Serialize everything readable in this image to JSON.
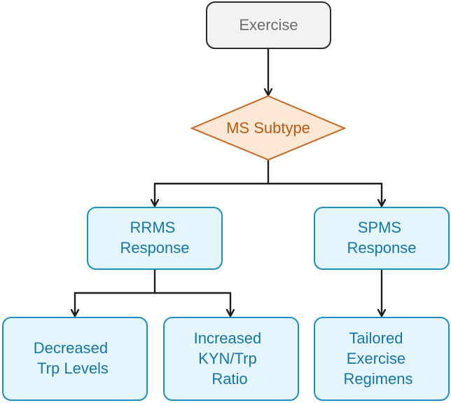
{
  "diagram": {
    "colors": {
      "start_fill": "#f2f2f2",
      "start_stroke": "#2b2b2b",
      "start_text": "#6e6e6e",
      "decision_fill": "#fde8d6",
      "decision_stroke": "#c8651f",
      "decision_text": "#b85a12",
      "process_fill": "#e4f5fc",
      "process_stroke": "#1c8fbf",
      "process_text": "#1576a8",
      "connector": "#1e1e1e"
    },
    "nodes": {
      "exercise": {
        "lines": [
          "Exercise"
        ]
      },
      "ms_subtype": {
        "lines": [
          "MS Subtype"
        ]
      },
      "rrms_response": {
        "lines": [
          "RRMS",
          "Response"
        ]
      },
      "spms_response": {
        "lines": [
          "SPMS",
          "Response"
        ]
      },
      "decreased_trp": {
        "lines": [
          "Decreased",
          "Trp Levels"
        ]
      },
      "increased_kyn": {
        "lines": [
          "Increased",
          "KYN/Trp",
          "Ratio"
        ]
      },
      "tailored_exercise": {
        "lines": [
          "Tailored",
          "Exercise",
          "Regimens"
        ]
      }
    },
    "edges": [
      {
        "from": "exercise",
        "to": "ms_subtype"
      },
      {
        "from": "ms_subtype",
        "to": "rrms_response"
      },
      {
        "from": "ms_subtype",
        "to": "spms_response"
      },
      {
        "from": "rrms_response",
        "to": "decreased_trp"
      },
      {
        "from": "rrms_response",
        "to": "increased_kyn"
      },
      {
        "from": "spms_response",
        "to": "tailored_exercise"
      }
    ]
  }
}
